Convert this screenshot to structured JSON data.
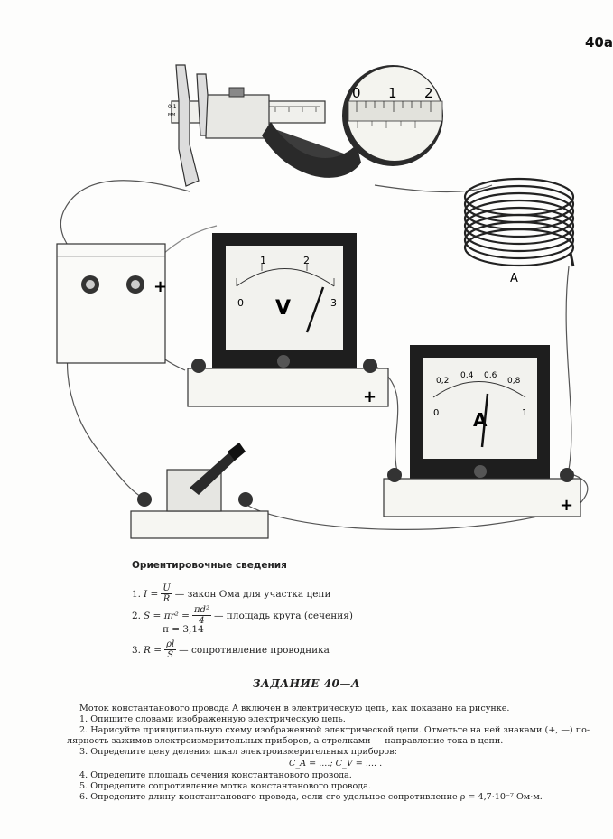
{
  "page_number": "40a",
  "figure": {
    "caliper_scale": [
      "0",
      "1",
      "2"
    ],
    "caliper_mm_label": "0.1",
    "caliper_mm_unit": "мм",
    "voltmeter": {
      "letter": "V",
      "ticks": [
        "0",
        "1",
        "2",
        "3"
      ],
      "terminal": "+"
    },
    "ammeter": {
      "letter": "A",
      "ticks": [
        "0",
        "0,2",
        "0,4",
        "0,6",
        "0,8",
        "1"
      ],
      "terminal": "+"
    },
    "battery_terminal": "+",
    "coil_label": "A"
  },
  "reference": {
    "title": "Ориентировочные сведения",
    "f1": {
      "num": "1.",
      "lhs": "I =",
      "frac_num": "U",
      "frac_den": "R",
      "text": "— закон Ома для участка цепи"
    },
    "f2": {
      "num": "2.",
      "lhs": "S = πr² =",
      "frac_num": "πd²",
      "frac_den": "4",
      "text": "— площадь круга (сечения)",
      "pi": "π = 3,14"
    },
    "f3": {
      "num": "3.",
      "lhs": "R =",
      "frac_num": "ρl",
      "frac_den": "S",
      "text": "— сопротивление проводника"
    }
  },
  "task": {
    "title": "ЗАДАНИЕ 40—А",
    "intro": "Моток константанового провода A включен в электрическую цепь, как показано на рисунке.",
    "items": [
      "1. Опишите словами изображенную электрическую цепь.",
      "2. Нарисуйте принципиальную схему изображенной электрической цепи. Отметьте на ней знаками (+, —) по-",
      "лярность зажимов электроизмерительных приборов, а стрелками — направление тока в цепи.",
      "3. Определите цену деления шкал электроизмерительных приборов:",
      "C_A = ....;   C_V = .... .",
      "4. Определите площадь сечения константанового провода.",
      "5. Определите сопротивление мотка константанового провода.",
      "6. Определите длину константанового провода, если его удельное сопротивление ρ = 4,7·10⁻⁷ Ом·м."
    ]
  }
}
